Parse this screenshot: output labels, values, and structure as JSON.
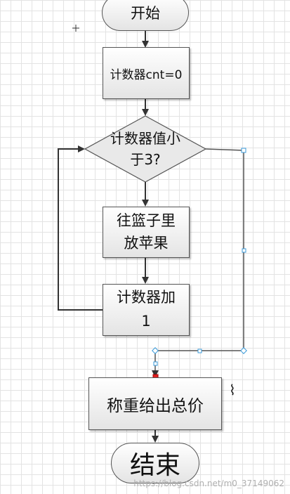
{
  "diagram": {
    "start": "开始",
    "init": "计数器cnt=0",
    "condition": "计数器值小\n于3?",
    "action": "往篮子里\n放苹果",
    "increment": "计数器加\n1",
    "weigh": "称重给出总价",
    "end": "结束"
  },
  "watermark": "https://blog.csdn.net/m0_37149062",
  "colors": {
    "line": "#333333",
    "selected_line": "#555555",
    "handle": "#3a9ad9",
    "handle_active": "#e02020",
    "grid": "#e3e3e3"
  }
}
